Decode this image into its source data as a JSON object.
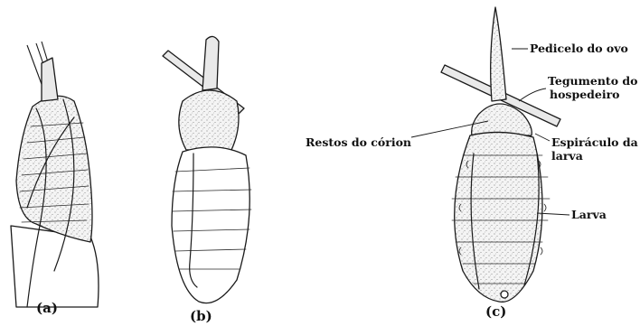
{
  "panels": [
    {
      "id": "a",
      "label": "(a)"
    },
    {
      "id": "b",
      "label": "(b)"
    },
    {
      "id": "c",
      "label": "(c)"
    }
  ],
  "callouts": {
    "pedicelo": "Pedicelo do ovo",
    "tegumento_line1": "Tegumento do",
    "tegumento_line2": "hospedeiro",
    "restos": "Restos do córion",
    "espiraculo_line1": "Espiráculo da",
    "espiraculo_line2": "larva",
    "larva": "Larva"
  }
}
